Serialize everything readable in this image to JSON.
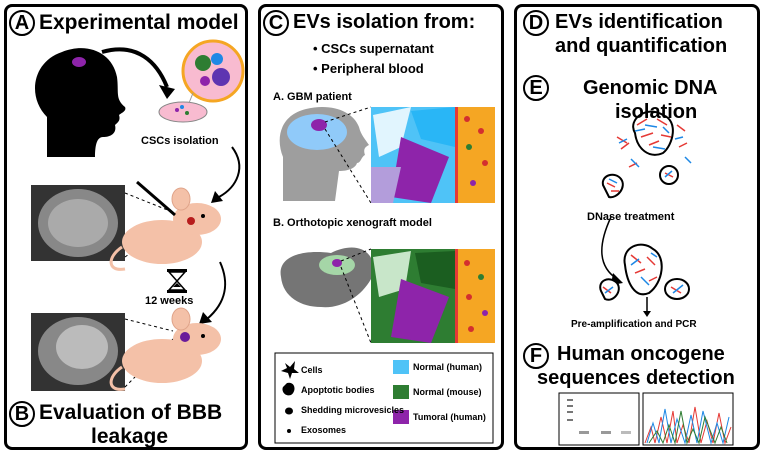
{
  "panel_a": {
    "badge": "A",
    "title": "Experimental model",
    "csc_label": "CSCs isolation",
    "weeks_label": "12 weeks"
  },
  "panel_b": {
    "badge": "B",
    "title_line1": "Evaluation of BBB",
    "title_line2": "leakage"
  },
  "panel_c": {
    "badge": "C",
    "title": "EVs isolation from:",
    "bullet1": "CSCs supernatant",
    "bullet2": "Peripheral blood",
    "section_a": "A. GBM patient",
    "section_b": "B. Orthotopic xenograft model",
    "legend": {
      "items_left": [
        "Cells",
        "Apoptotic bodies",
        "Shedding microvesicles",
        "Exosomes"
      ],
      "items_right": [
        {
          "label": "Normal (human)",
          "color": "#4fc3f7"
        },
        {
          "label": "Normal (mouse)",
          "color": "#2e7d32"
        },
        {
          "label": "Tumoral (human)",
          "color": "#8e24aa"
        }
      ]
    }
  },
  "panel_d": {
    "badge": "D",
    "title_line1": "EVs identification",
    "title_line2": "and quantification"
  },
  "panel_e": {
    "badge": "E",
    "title_line1": "Genomic DNA",
    "title_line2": "isolation",
    "dnase_label": "DNase treatment",
    "pcr_label": "Pre-amplification and PCR"
  },
  "panel_f": {
    "badge": "F",
    "title_line1": "Human oncogene",
    "title_line2": "sequences detection"
  },
  "colors": {
    "skin": "#f4c1a8",
    "tumor": "#8e24aa",
    "brain_blue": "#90caf9",
    "vessel_orange": "#f5a623",
    "dna_red": "#e53935",
    "dna_blue": "#1e88e5"
  }
}
